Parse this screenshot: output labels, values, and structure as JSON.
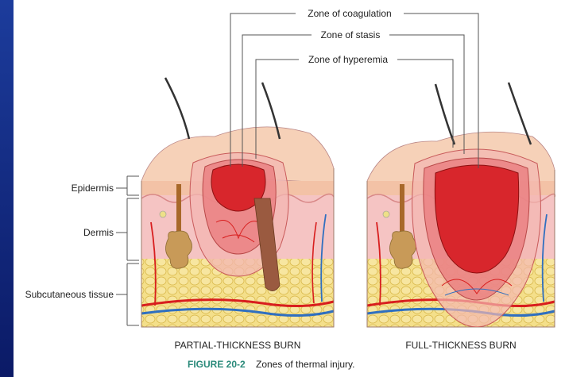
{
  "zones": {
    "coagulation": "Zone of coagulation",
    "stasis": "Zone of stasis",
    "hyperemia": "Zone of hyperemia"
  },
  "layers": {
    "epidermis": "Epidermis",
    "dermis": "Dermis",
    "subcutaneous": "Subcutaneous tissue"
  },
  "captions": {
    "partial": "PARTIAL-THICKNESS BURN",
    "full": "FULL-THICKNESS BURN"
  },
  "figure": {
    "number": "FIGURE 20-2",
    "title": "Zones of thermal injury."
  },
  "colors": {
    "frame": "#12287a",
    "coagulation": "#d8262c",
    "stasis": "#ea7d7f",
    "hyperemia": "#f3b6b1",
    "epidermis": "#f6cdb2",
    "dermis": "#f6c0be",
    "fat": "#f3d97a",
    "artery": "#d81e1e",
    "vein": "#2f6fc0"
  }
}
